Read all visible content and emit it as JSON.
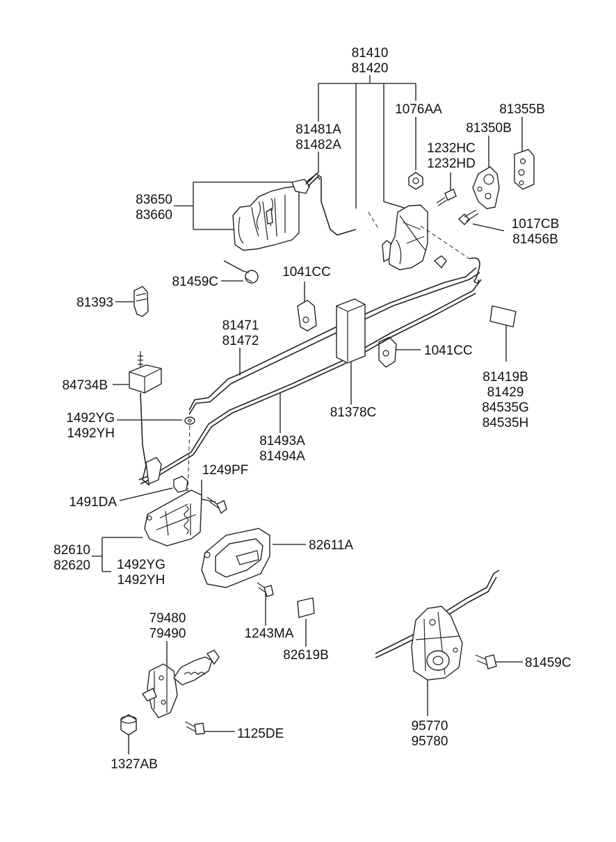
{
  "labels": {
    "top_a": "81410",
    "top_b": "81420",
    "l1076": "1076AA",
    "l81355": "81355B",
    "l81350": "81350B",
    "l1232hc": "1232HC",
    "l1232hd": "1232HD",
    "l81481": "81481A",
    "l81482": "81482A",
    "l83650": "83650",
    "l83660": "83660",
    "l1017": "1017CB",
    "l81456": "81456B",
    "l81459c_top": "81459C",
    "l1041cc_a": "1041CC",
    "l81393": "81393",
    "l81471": "81471",
    "l81472": "81472",
    "l1041cc_b": "1041CC",
    "l81419b": "81419B",
    "l81429": "81429",
    "l84535g": "84535G",
    "l84535h": "84535H",
    "l84734": "84734B",
    "l1492yg_a": "1492YG",
    "l1492yh_a": "1492YH",
    "l81378c": "81378C",
    "l81493": "81493A",
    "l81494": "81494A",
    "l1249pf": "1249PF",
    "l1491da": "1491DA",
    "l82610": "82610",
    "l82620": "82620",
    "l1492yg_b": "1492YG",
    "l1492yh_b": "1492YH",
    "l82611a": "82611A",
    "l79480": "79480",
    "l79490": "79490",
    "l1243ma": "1243MA",
    "l82619b": "82619B",
    "l81459c_bot": "81459C",
    "l95770": "95770",
    "l95780": "95780",
    "l1125de": "1125DE",
    "l1327ab": "1327AB"
  }
}
